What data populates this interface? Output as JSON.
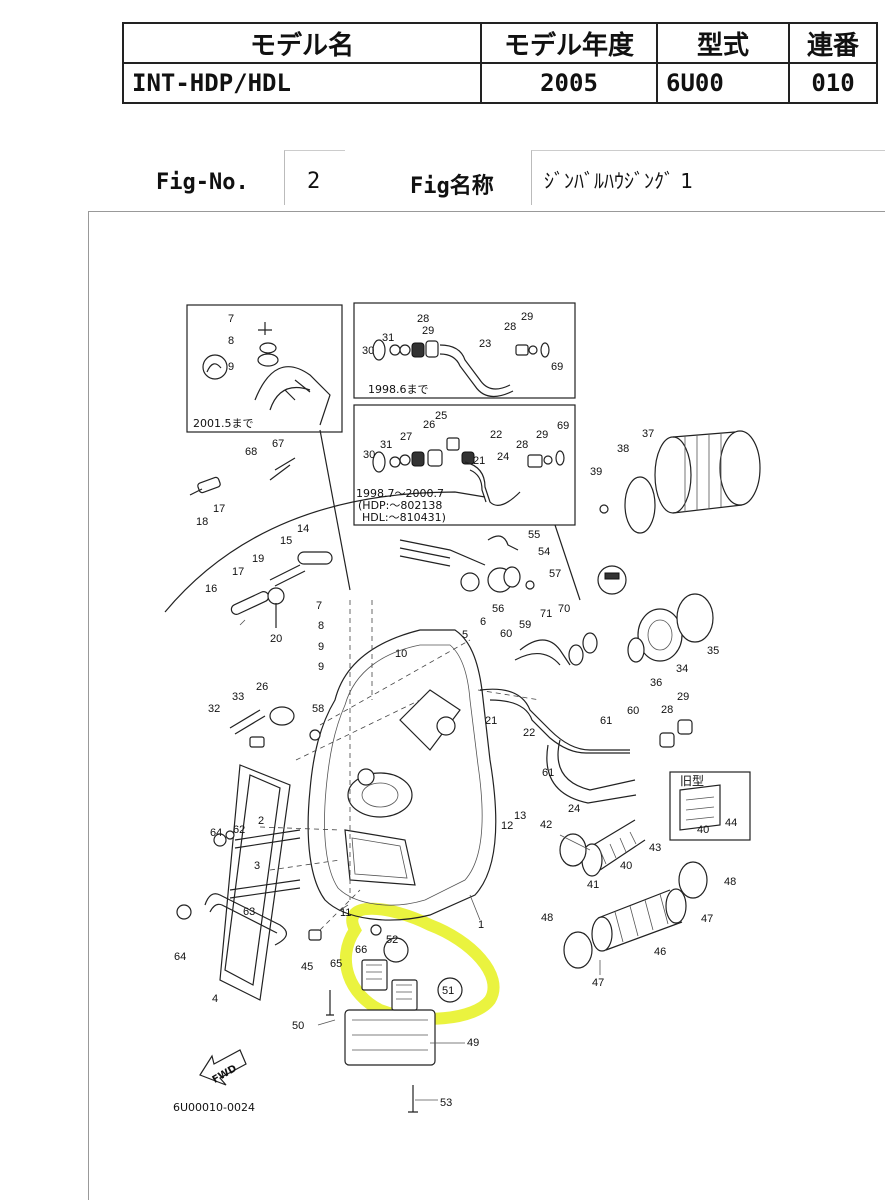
{
  "header": {
    "col_model_name": "モデル名",
    "col_model_year": "モデル年度",
    "col_type": "型式",
    "col_serial": "連番",
    "model_name": "INT-HDP/HDL",
    "model_year": "2005",
    "type": "6U00",
    "serial": "010"
  },
  "figure": {
    "fig_no_label": "Fig-No.",
    "fig_no": "2",
    "fig_name_label": "Fig名称",
    "fig_name": "ｼﾞﾝﾊﾞﾙﾊｳｼﾞﾝｸﾞ 1"
  },
  "diagram": {
    "inset1_note": "2001.5まで",
    "inset2_note": "1998.6まで",
    "inset3_note1": "1998.7～2000.7",
    "inset3_note2": "(HDP:～802138",
    "inset3_note3": "HDL:～810431)",
    "old_type_label": "旧型",
    "fwd_label": "FWD",
    "drawing_code": "6U00010-0024",
    "highlight_color": "#e8f22a",
    "callouts": [
      "1",
      "2",
      "3",
      "4",
      "5",
      "6",
      "7",
      "8",
      "9",
      "10",
      "11",
      "12",
      "13",
      "14",
      "15",
      "16",
      "17",
      "18",
      "19",
      "20",
      "21",
      "22",
      "23",
      "24",
      "25",
      "26",
      "27",
      "28",
      "29",
      "30",
      "31",
      "32",
      "33",
      "34",
      "35",
      "36",
      "37",
      "38",
      "39",
      "40",
      "41",
      "42",
      "43",
      "44",
      "45",
      "46",
      "47",
      "48",
      "49",
      "50",
      "51",
      "52",
      "53",
      "54",
      "55",
      "56",
      "57",
      "58",
      "59",
      "60",
      "61",
      "62",
      "63",
      "64",
      "65",
      "66",
      "67",
      "68",
      "69",
      "70",
      "71"
    ]
  }
}
